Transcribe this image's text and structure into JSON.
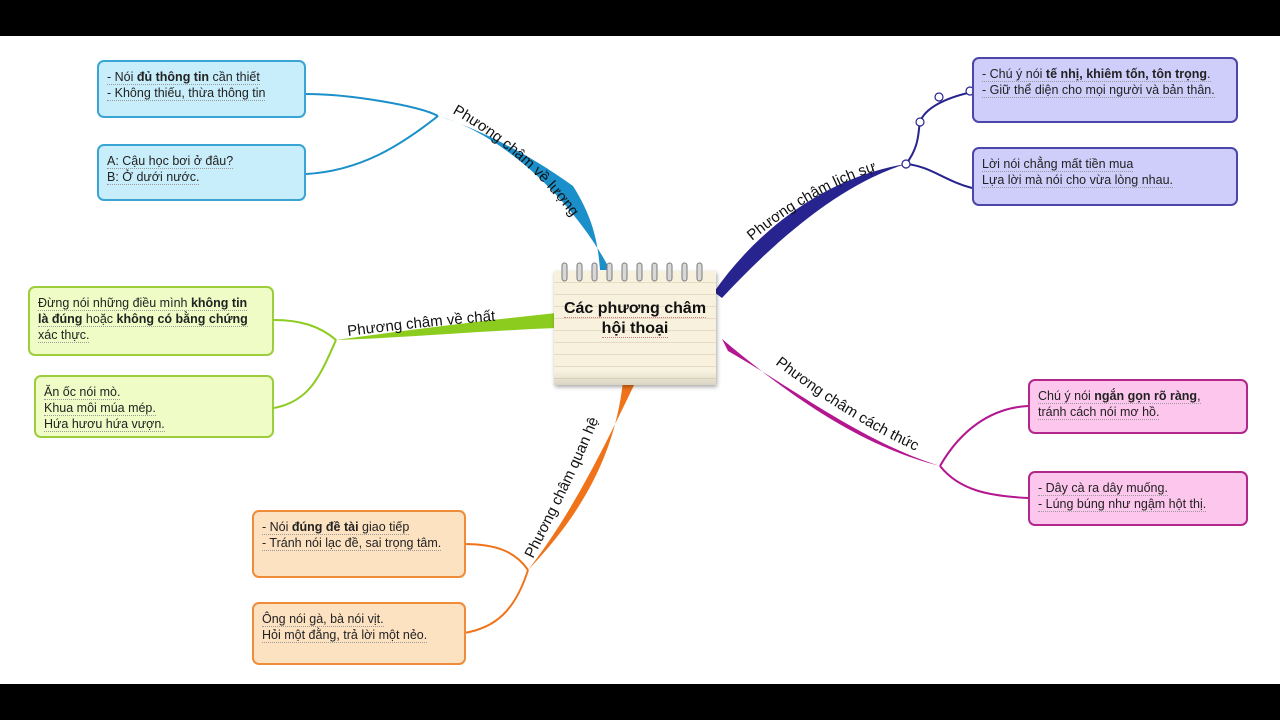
{
  "center": {
    "title_line1": "Các phương châm",
    "title_line2": "hội thoại"
  },
  "branches": {
    "luong": {
      "label": "Phương châm về lượng",
      "color": "#1a8fc9",
      "notes": [
        [
          "- Nói ",
          {
            "b": "đủ thông tin"
          },
          " cần thiết"
        ],
        [
          "- Không thiếu, thừa thông tin"
        ]
      ],
      "examples": [
        [
          "A: Cậu học bơi ở đâu?"
        ],
        [
          "B: Ở dưới nước."
        ]
      ]
    },
    "lichsu": {
      "label": "Phương châm lịch sự",
      "color": "#27238f",
      "notes": [
        [
          "- Chú ý nói ",
          {
            "b": "tế nhị, khiêm tốn, tôn trọng"
          },
          "."
        ],
        [
          "- Giữ thể diện cho mọi người và bản thân."
        ]
      ],
      "examples": [
        [
          "Lời nói chẳng mất tiền mua"
        ],
        [
          "Lựa lời mà nói cho vừa lòng nhau."
        ]
      ]
    },
    "chat": {
      "label": "Phương châm về chất",
      "color": "#8ccc1e",
      "notes": [
        [
          "Đừng nói những điều mình ",
          {
            "b": "không tin"
          }
        ],
        [
          {
            "b": "là đúng"
          },
          " hoặc ",
          {
            "b": "không có bằng chứng"
          }
        ],
        [
          "xác thực."
        ]
      ],
      "examples": [
        [
          "Ăn ốc nói mò."
        ],
        [
          "Khua môi múa mép."
        ],
        [
          "Hứa hươu hứa vượn."
        ]
      ]
    },
    "quanhe": {
      "label": "Phương châm quan hệ",
      "color": "#f0731a",
      "notes": [
        [
          "- Nói ",
          {
            "b": "đúng đề tài"
          },
          " giao tiếp"
        ],
        [
          "- Tránh nói lạc đề, sai trọng tâm."
        ]
      ],
      "examples": [
        [
          "Ông nói gà, bà nói vịt."
        ],
        [
          "Hỏi một đằng, trả lời một nẻo."
        ]
      ]
    },
    "cachthuc": {
      "label": "Phương châm cách thức",
      "color": "#b4168f",
      "notes": [
        [
          "Chú ý nói ",
          {
            "b": "ngắn gọn rõ ràng"
          },
          ","
        ],
        [
          "tránh cách nói mơ hồ."
        ]
      ],
      "examples": [
        [
          "- Dây cà ra dây muống."
        ],
        [
          "- Lúng búng như ngậm hột thị."
        ]
      ]
    }
  }
}
